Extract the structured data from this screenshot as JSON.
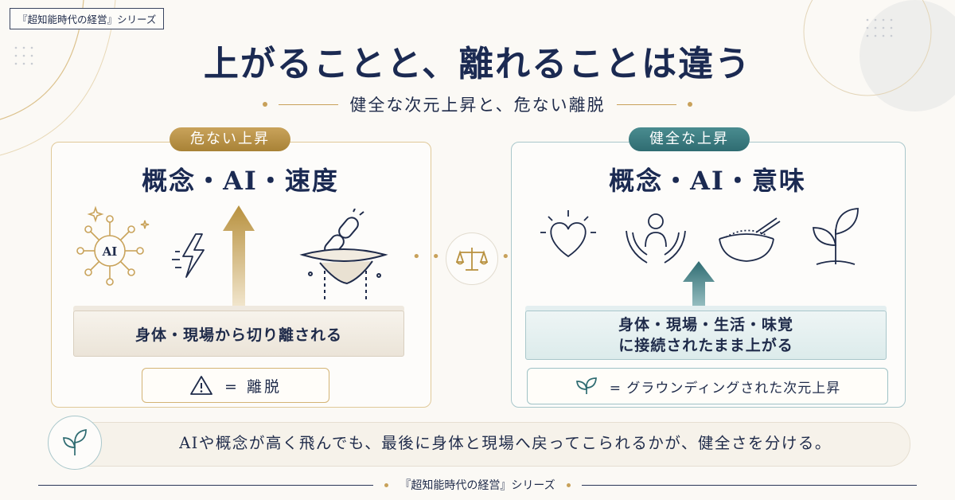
{
  "series_tag": "『超知能時代の経営』シリーズ",
  "title": "上がることと、離れることは違う",
  "subtitle": "健全な次元上昇と、危ない離脱",
  "left_panel": {
    "badge": "危ない上昇",
    "heading": "概念・AI・速度",
    "ai_node_label": "AI",
    "icons": [
      "ai-network-icon",
      "lightning-icon",
      "up-arrow-icon",
      "broken-chain-icon",
      "floating-platform-icon"
    ],
    "slab_text": "身体・現場から切り離される",
    "result": "= 離脱",
    "result_icon": "warning-icon",
    "accent": "#c9a35b"
  },
  "right_panel": {
    "badge": "健全な上昇",
    "heading": "概念・AI・意味",
    "icons": [
      "heart-icon",
      "person-hands-icon",
      "rice-bowl-icon",
      "sprout-icon",
      "up-arrow-icon"
    ],
    "slab_line1": "身体・現場・生活・味覚",
    "slab_line2": "に接続されたまま上がる",
    "result": "= グラウンディングされた次元上昇",
    "result_icon": "leaf-icon",
    "accent": "#2f6c72"
  },
  "center_icon": "balance-scale-icon",
  "bottom_message": "AIや概念が高く飛んでも、最後に身体と現場へ戻ってこられるかが、健全さを分ける。",
  "bottom_icon": "sprout-icon",
  "footer": "『超知能時代の経営』シリーズ"
}
